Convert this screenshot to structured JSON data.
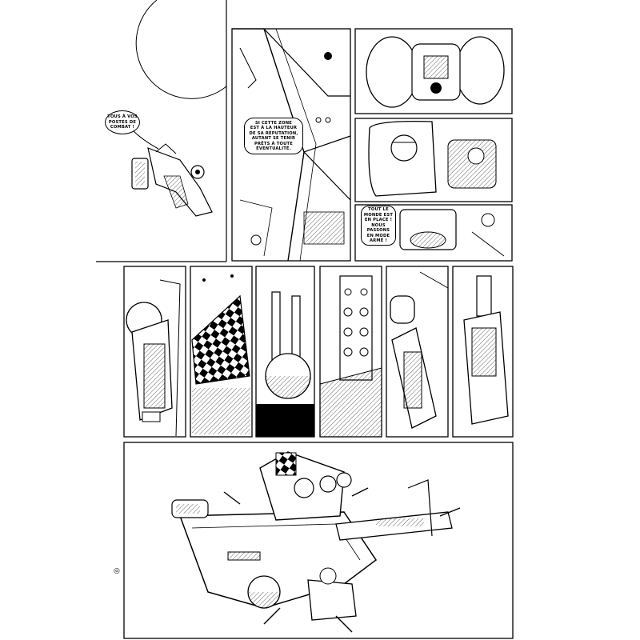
{
  "page": {
    "background": "#ffffff",
    "ink": "#000000",
    "page_mark": "◎"
  },
  "bubbles": [
    {
      "text": "TOUS À VOS\nPOSTES DE\nCOMBAT !"
    },
    {
      "text": "SI CETTE ZONE\nEST À LA HAUTEUR\nDE SA RÉPUTATION,\nAUTANT SE TENIR\nPRÊTS À TOUTE\nÉVENTUALITÉ."
    },
    {
      "text": "TOUT LE\nMONDE EST\nEN PLACE !\nNOUS PASSONS\nEN MODE\nARMÉ !"
    }
  ]
}
